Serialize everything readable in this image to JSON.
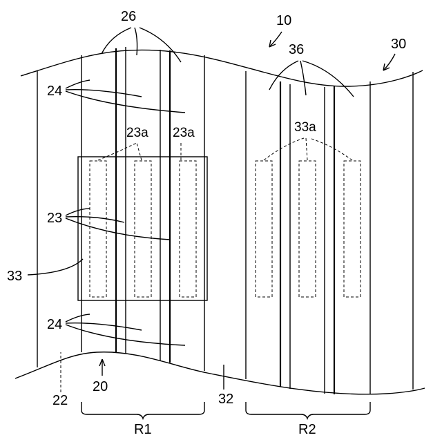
{
  "figure": {
    "labels": {
      "ref_10": "10",
      "ref_20": "20",
      "ref_22": "22",
      "ref_23": "23",
      "ref_23a_left": "23a",
      "ref_23a_right": "23a",
      "ref_24_top": "24",
      "ref_24_bottom": "24",
      "ref_26": "26",
      "ref_30": "30",
      "ref_32": "32",
      "ref_33": "33",
      "ref_33a": "33a",
      "ref_36": "36",
      "region_r1": "R1",
      "region_r2": "R2"
    }
  }
}
